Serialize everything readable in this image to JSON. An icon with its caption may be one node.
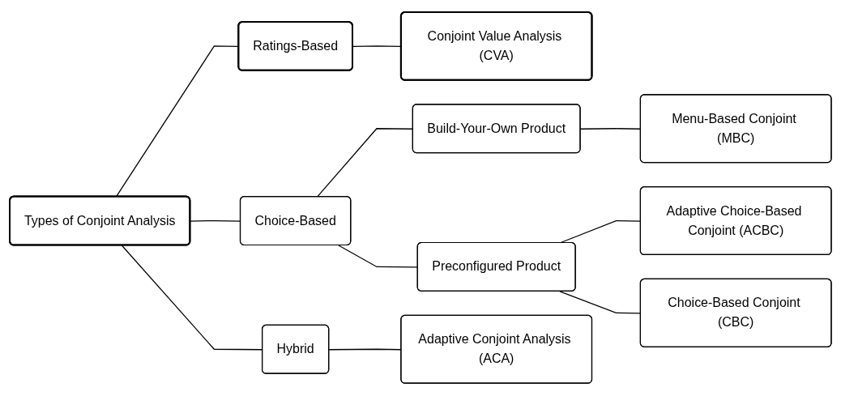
{
  "diagram": {
    "nodes": [
      {
        "text": [
          "Types of Conjoint Analysis"
        ]
      },
      {
        "text": [
          "Ratings-Based"
        ]
      },
      {
        "text": [
          "Choice-Based"
        ]
      },
      {
        "text": [
          "Hybrid"
        ]
      },
      {
        "text": [
          "Conjoint Value Analysis (CVA)"
        ]
      },
      {
        "text": [
          "Build-Your-Own Product"
        ]
      },
      {
        "text": [
          "Preconfigured Product"
        ]
      },
      {
        "text": [
          "Adaptive Conjoint Analysis (ACA)"
        ]
      },
      {
        "text": [
          "Menu-Based Conjoint (MBC)"
        ]
      },
      {
        "text": [
          "Adaptive Choice-Based Conjoint (ACBC)"
        ]
      },
      {
        "text": [
          "Choice-Based Conjoint (CBC)"
        ]
      }
    ],
    "edges": [
      {
        "from": 0,
        "to": 1,
        "arrow": "none"
      },
      {
        "from": 0,
        "to": 2,
        "arrow": "none"
      },
      {
        "from": 0,
        "to": 3,
        "arrow": "none"
      },
      {
        "from": 1,
        "to": 4,
        "arrow": "none"
      },
      {
        "from": 2,
        "to": 5,
        "arrow": "none"
      },
      {
        "from": 2,
        "to": 6,
        "arrow": "none"
      },
      {
        "from": 3,
        "to": 7,
        "arrow": "none"
      },
      {
        "from": 5,
        "to": 8,
        "arrow": "none"
      },
      {
        "from": 6,
        "to": 9,
        "arrow": "none"
      },
      {
        "from": 6,
        "to": 10,
        "arrow": "none"
      }
    ]
  }
}
